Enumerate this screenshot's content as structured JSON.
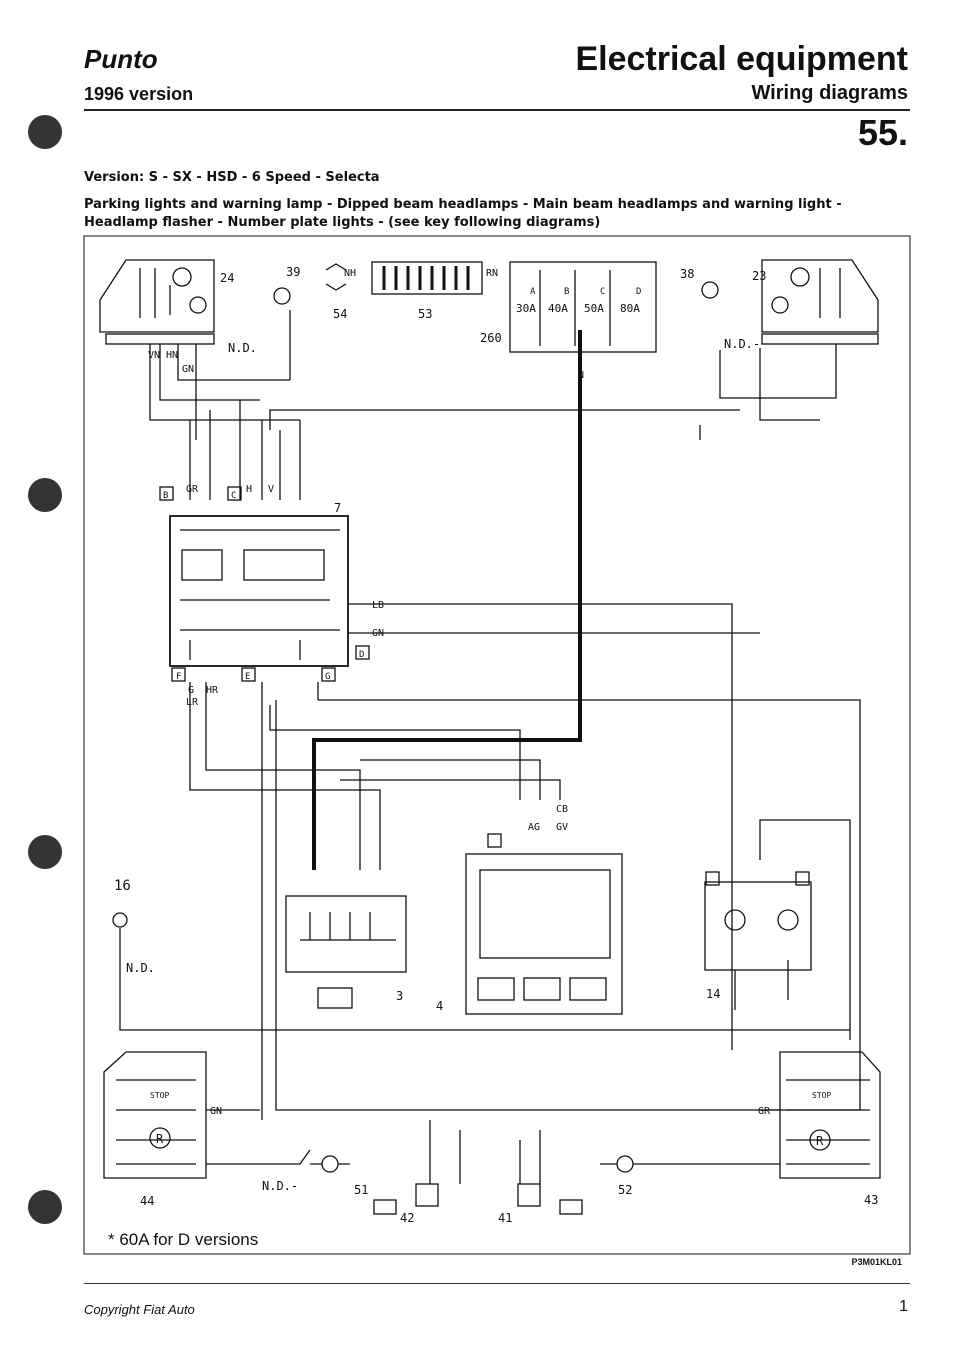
{
  "header": {
    "model": "Punto",
    "version": "1996 version",
    "section": "Electrical equipment",
    "subsection": "Wiring diagrams",
    "page_code": "55."
  },
  "version_line": "Version: S - SX - HSD - 6 Speed - Selecta",
  "description": "Parking lights and warning lamp - Dipped beam headlamps - Main beam headlamps and warning light - Headlamp flasher - Number plate lights - (see key following diagrams)",
  "diagram": {
    "labels": {
      "c24": "24",
      "c39": "39",
      "c54": "54",
      "c53": "53",
      "c260": "260",
      "c38": "38",
      "c23": "23",
      "c7": "7",
      "c16": "16",
      "c3": "3",
      "c4": "4",
      "c14": "14",
      "c44": "44",
      "c51": "51",
      "c42": "42",
      "c41": "41",
      "c52": "52",
      "c43": "43",
      "nd": "N.D.",
      "nd_dash": "N.D.-",
      "fuse_a": "A",
      "fuse_b": "B",
      "fuse_c": "C",
      "fuse_d": "D",
      "fuse_30": "30A",
      "fuse_40": "40A",
      "fuse_50": "50A",
      "fuse_80": "80A",
      "w_vn": "VN",
      "w_hn": "HN",
      "w_n": "N",
      "w_gn": "GN",
      "w_gr": "GR",
      "w_lb": "LB",
      "w_hr": "HR",
      "w_lr": "LR",
      "w_g": "G",
      "w_h": "H",
      "w_v": "V",
      "w_cb": "CB",
      "w_ag": "AG",
      "w_gv": "GV",
      "w_rn": "RN",
      "w_nh": "NH",
      "conn_b": "B",
      "conn_c": "C",
      "conn_d": "D",
      "conn_e": "E",
      "conn_f": "F",
      "conn_g": "G",
      "stop": "STOP",
      "r": "R"
    }
  },
  "footnote": "* 60A for D versions",
  "ref_code": "P3M01KL01",
  "footer": {
    "copyright": "Copyright Fiat Auto",
    "page": "1"
  }
}
